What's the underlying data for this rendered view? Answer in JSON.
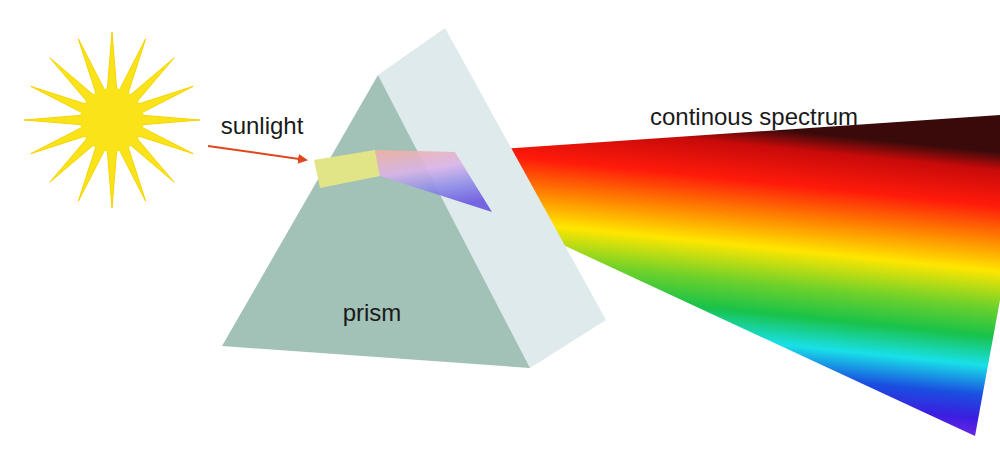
{
  "diagram": {
    "nodes": [
      {
        "text": [
          "prism"
        ]
      }
    ],
    "labels": [
      "sunlight",
      "continous spectrum"
    ]
  }
}
